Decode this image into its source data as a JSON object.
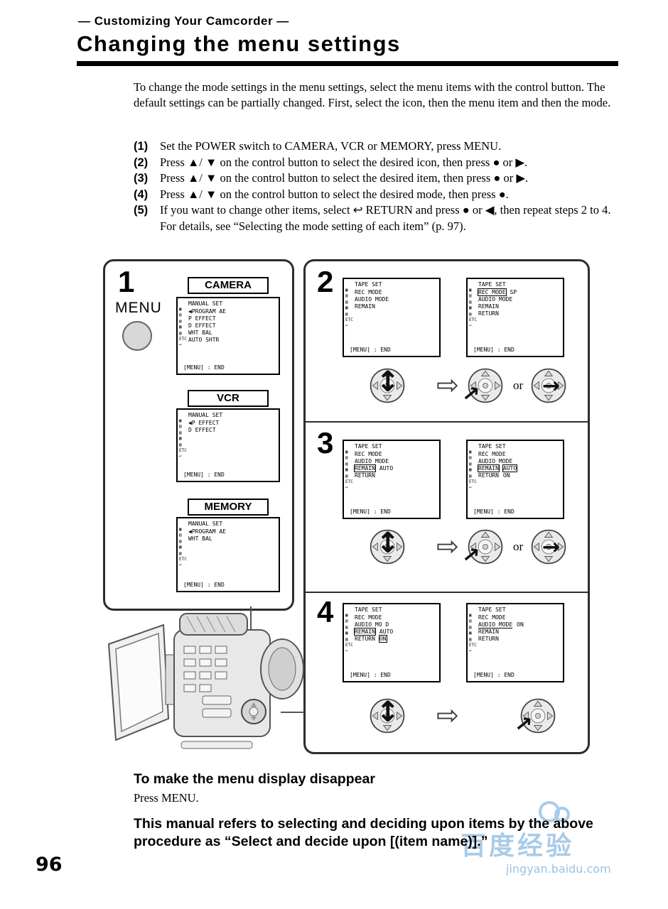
{
  "header": {
    "breadcrumb": "— Customizing Your Camcorder —",
    "title": "Changing the menu settings"
  },
  "intro": "To change the mode settings in the menu settings, select the menu items with the control button. The default settings can be partially changed. First, select the icon, then the menu item and then the mode.",
  "steps": [
    {
      "num": "(1)",
      "text": "Set the POWER switch to CAMERA, VCR or MEMORY, press MENU."
    },
    {
      "num": "(2)",
      "text": "Press ▲/ ▼ on the control button to select the desired icon, then press ● or ▶."
    },
    {
      "num": "(3)",
      "text": "Press ▲/ ▼ on the control button to select the desired item, then press ● or ▶."
    },
    {
      "num": "(4)",
      "text": "Press ▲/ ▼ on the control button to select the desired mode, then press ●."
    },
    {
      "num": "(5)",
      "text": "If you want to change other items, select ↩ RETURN and press ● or ◀, then repeat steps 2 to 4."
    }
  ],
  "details_note": "For details, see “Selecting the mode setting of each item” (p. 97).",
  "panel1": {
    "num": "1",
    "menu_label": "MENU",
    "screen_header": "MANUAL SET",
    "screen_footer": "[MENU] : END",
    "strip": "▣\n▤\n▥\n▦\n▧\nETC\n↩",
    "camera": {
      "title": "CAMERA",
      "items": [
        "◀PROGRAM AE",
        "P EFFECT",
        "D EFFECT",
        "WHT BAL",
        "AUTO SHTR"
      ]
    },
    "vcr": {
      "title": "VCR",
      "items": [
        "◀P EFFECT",
        "D EFFECT"
      ]
    },
    "memory": {
      "title": "MEMORY",
      "items": [
        "◀PROGRAM AE",
        "WHT BAL"
      ]
    }
  },
  "panel2": {
    "screen_header": "TAPE SET",
    "screen_footer": "[MENU] : END",
    "strip": "▣\n▤\n▥\n▦\n▧\nETC\n↩",
    "step2": {
      "num": "2",
      "or": "or",
      "left": {
        "rows": [
          {
            "label": "REC MODE"
          },
          {
            "label": "AUDIO MODE"
          },
          {
            "label": "REMAIN"
          }
        ]
      },
      "right": {
        "rows": [
          {
            "label": "REC MODE",
            "value": "SP"
          },
          {
            "label": "AUDIO MODE"
          },
          {
            "label": "REMAIN"
          },
          {
            "label": "RETURN"
          }
        ]
      }
    },
    "step3": {
      "num": "3",
      "or": "or",
      "left": {
        "rows": [
          {
            "label": "REC MODE"
          },
          {
            "label": "AUDIO MODE"
          },
          {
            "label": "REMAIN",
            "value": "AUTO"
          },
          {
            "label": "RETURN"
          }
        ]
      },
      "right": {
        "rows": [
          {
            "label": "REC MODE"
          },
          {
            "label": "AUDIO MODE"
          },
          {
            "label": "REMAIN",
            "value": "AUTO"
          },
          {
            "label": "RETURN",
            "value": "ON"
          }
        ]
      }
    },
    "step4": {
      "num": "4",
      "left": {
        "rows": [
          {
            "label": "REC MODE"
          },
          {
            "label": "AUDIO MO D"
          },
          {
            "label": "REMAIN",
            "value": "AUTO"
          },
          {
            "label": "RETURN",
            "value": "ON"
          }
        ]
      },
      "right": {
        "rows": [
          {
            "label": "REC MODE"
          },
          {
            "label": "AUDIO MODE",
            "value": "ON"
          },
          {
            "label": "REMAIN"
          },
          {
            "label": "RETURN"
          }
        ]
      }
    }
  },
  "icons": {
    "select_arrow": "↕",
    "press_arrow": "↗",
    "right_arrow": "→",
    "next_arrow": "⇨"
  },
  "bottom": {
    "disappear_title": "To make the menu display disappear",
    "disappear_text": "Press MENU.",
    "note": "This manual refers to selecting and deciding upon items by the above procedure as “Select and decide upon [(item name)].”",
    "page_number": "96"
  },
  "watermark": {
    "logo": "百度经验",
    "url": "jingyan.baidu.com"
  }
}
